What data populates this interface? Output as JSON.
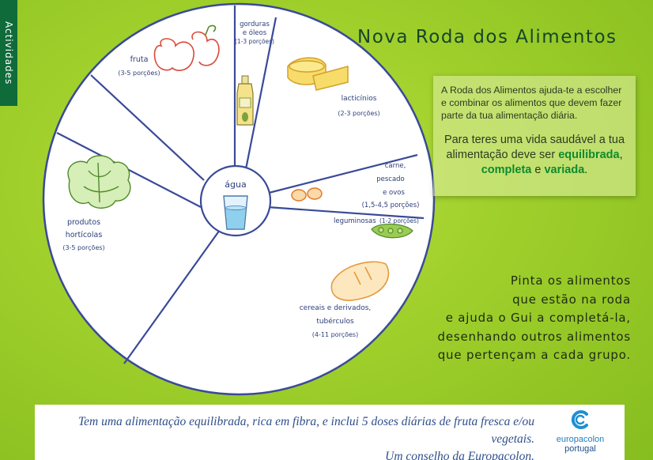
{
  "side_tab": {
    "label": "Actividades"
  },
  "title": "Nova Roda dos Alimentos",
  "wheel": {
    "center_label": "água",
    "segments": [
      {
        "name": "gorduras-e-oleos",
        "label_lines": [
          "gorduras",
          "e óleos"
        ],
        "portions": "(1-3 porções)"
      },
      {
        "name": "lacticinios",
        "label_lines": [
          "lacticínios"
        ],
        "portions": "(2-3 porções)"
      },
      {
        "name": "carne-pescado-ovos",
        "label_lines": [
          "carne,",
          "pescado",
          "e ovos"
        ],
        "portions": "(1,5-4,5 porções)"
      },
      {
        "name": "leguminosas",
        "label_lines": [
          "leguminosas"
        ],
        "portions": "(1-2 porções)"
      },
      {
        "name": "cereais",
        "label_lines": [
          "cereais e derivados,",
          "tubérculos"
        ],
        "portions": "(4-11 porções)"
      },
      {
        "name": "hortícolas",
        "label_lines": [
          "produtos",
          "hortícolas"
        ],
        "portions": "(3-5 porções)"
      },
      {
        "name": "fruta",
        "label_lines": [
          "fruta"
        ],
        "portions": "(3-5 porções)"
      }
    ]
  },
  "info": {
    "text": "A Roda dos Alimentos ajuda-te a escolher e combinar os alimentos que devem fazer parte da tua alimentação diária.",
    "healthy_prefix": "Para teres uma vida saudável a tua alimentação deve ser",
    "word1": "equilibrada",
    "sep1": ", ",
    "word2": "completa",
    "sep2": " e ",
    "word3": "variada",
    "end": ".",
    "highlight_color": "#0f8a2e"
  },
  "instructions_lines": [
    "Pinta os alimentos",
    "que estão na roda",
    "e ajuda o Gui a completá-la,",
    "desenhando outros alimentos",
    "que pertençam a cada grupo."
  ],
  "footer": {
    "line1": "Tem uma alimentação equilibrada, rica em fibra, e inclui 5 doses diárias de fruta fresca e/ou vegetais.",
    "line2": "Um conselho da Europacolon.",
    "logo_name": "europacolon",
    "logo_sub": "portugal"
  }
}
